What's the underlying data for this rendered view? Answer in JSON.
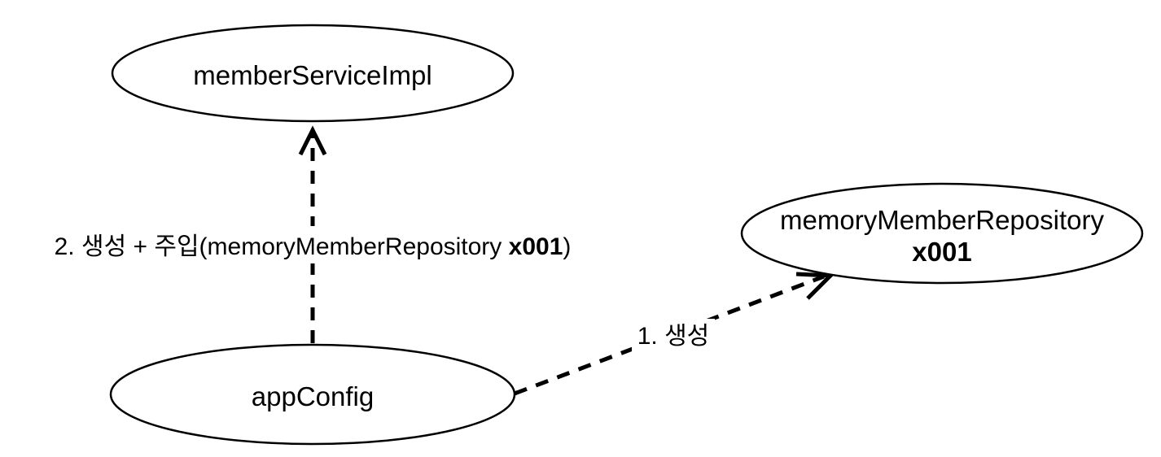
{
  "nodes": {
    "member_service_impl": {
      "label": "memberServiceImpl"
    },
    "memory_member_repository": {
      "label": "memoryMemberRepository",
      "id": "x001"
    },
    "app_config": {
      "label": "appConfig"
    }
  },
  "edges": {
    "create_and_inject": {
      "label_prefix": "2. 생성 + 주입(memoryMemberRepository ",
      "label_id": "x001",
      "label_suffix": ")"
    },
    "create": {
      "label": "1. 생성"
    }
  }
}
